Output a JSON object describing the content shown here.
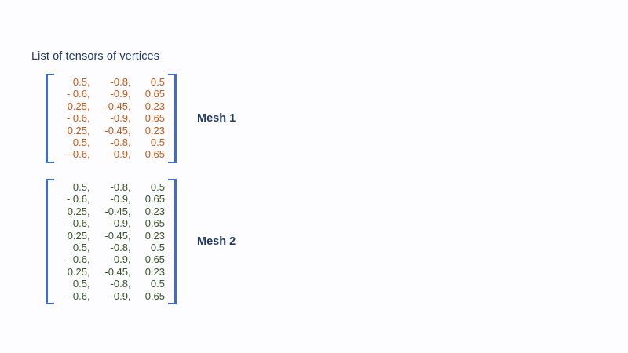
{
  "page": {
    "title": "List of tensors of vertices",
    "background_color": "#fdfcfe"
  },
  "colors": {
    "title_navy": "#1f3864",
    "bracket_blue": "#3f6fc4",
    "mesh1_orange": "#c55a11",
    "mesh2_green": "#375623"
  },
  "meshes": [
    {
      "label": "Mesh 1",
      "text_color": "#c55a11",
      "row_count": 7,
      "columns": 3,
      "rows": [
        [
          "0.5",
          "-0.8",
          "0.5"
        ],
        [
          "- 0.6",
          "-0.9",
          "0.65"
        ],
        [
          "0.25",
          "-0.45",
          "0.23"
        ],
        [
          "- 0.6",
          "-0.9",
          "0.65"
        ],
        [
          "0.25",
          "-0.45",
          "0.23"
        ],
        [
          "0.5",
          "-0.8",
          "0.5"
        ],
        [
          "- 0.6",
          "-0.9",
          "0.65"
        ]
      ]
    },
    {
      "label": "Mesh 2",
      "text_color": "#375623",
      "row_count": 10,
      "columns": 3,
      "rows": [
        [
          "0.5",
          "-0.8",
          "0.5"
        ],
        [
          "- 0.6",
          "-0.9",
          "0.65"
        ],
        [
          "0.25",
          "-0.45",
          "0.23"
        ],
        [
          "- 0.6",
          "-0.9",
          "0.65"
        ],
        [
          "0.25",
          "-0.45",
          "0.23"
        ],
        [
          "0.5",
          "-0.8",
          "0.5"
        ],
        [
          "- 0.6",
          "-0.9",
          "0.65"
        ],
        [
          "0.25",
          "-0.45",
          "0.23"
        ],
        [
          "0.5",
          "-0.8",
          "0.5"
        ],
        [
          "- 0.6",
          "-0.9",
          "0.65"
        ]
      ]
    }
  ],
  "separator": ","
}
